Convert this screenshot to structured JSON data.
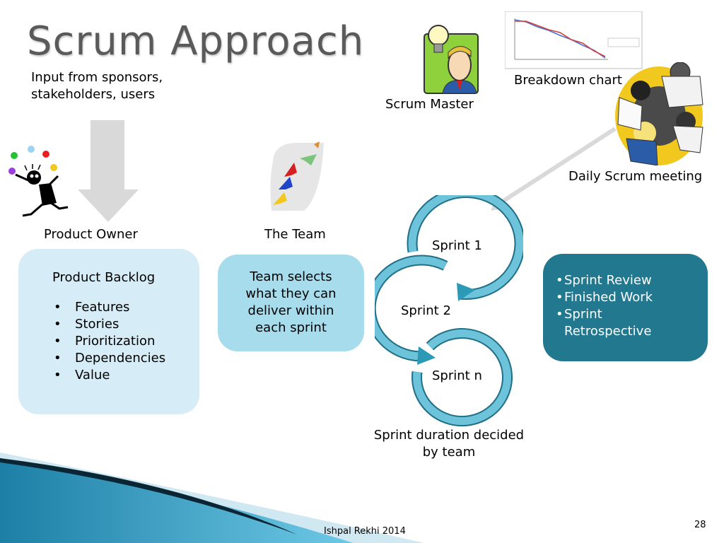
{
  "title": "Scrum Approach",
  "input_note": {
    "line1": "Input from sponsors,",
    "line2": "stakeholders, users"
  },
  "roles": {
    "product_owner": "Product Owner",
    "team": "The Team",
    "scrum_master": "Scrum Master",
    "breakdown_chart": "Breakdown chart",
    "daily_meeting": "Daily Scrum meeting"
  },
  "backlog": {
    "title": "Product Backlog",
    "items": [
      "Features",
      "Stories",
      "Prioritization",
      "Dependencies",
      "Value"
    ]
  },
  "team_box": {
    "lines": [
      "Team selects",
      "what they can",
      "deliver within",
      "each sprint"
    ]
  },
  "sprints": [
    "Sprint 1",
    "Sprint 2",
    "Sprint n"
  ],
  "sprint_note": {
    "line1": "Sprint duration decided",
    "line2": "by team"
  },
  "outcomes": [
    "Sprint Review",
    "Finished Work",
    "Sprint Retrospective"
  ],
  "footer": {
    "author": "Ishpal Rekhi 2014",
    "page": "28"
  },
  "colors": {
    "title": "#5a5a5a",
    "backlog_fill": "#d6ecf6",
    "team_fill": "#a6dcec",
    "outcome_fill": "#22788f",
    "sprint_ring": "#2c9ab7"
  },
  "icons": [
    "juggler-icon",
    "arrow-down-icon",
    "birds-icon",
    "lightbulb-man-icon",
    "line-chart-icon",
    "meeting-people-icon",
    "arrow-icon"
  ]
}
